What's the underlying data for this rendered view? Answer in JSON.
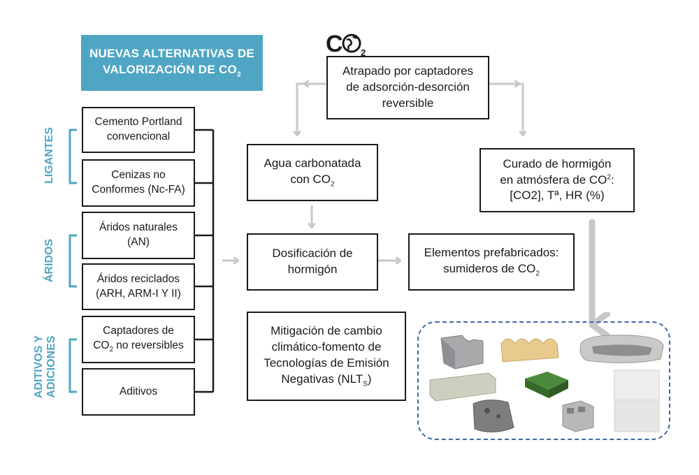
{
  "title": "NUEVAS ALTERNATIVAS DE\nVALORIZACIÓN DE CO",
  "title_sub": "2",
  "logo": {
    "text": "C",
    "sub": "2",
    "icon": "globe-icon"
  },
  "groups": {
    "ligantes": "LIGANTES",
    "aridos": "ÁRIDOS",
    "aditivos": "ADITIVOS Y\nADICIONES"
  },
  "inputs": [
    {
      "label": "Cemento Portland\nconvencional"
    },
    {
      "label": "Cenizas no\nConformes (Nc-FA)"
    },
    {
      "label": "Áridos naturales\n(AN)"
    },
    {
      "label": "Áridos reciclados\n(ARH, ARM-I Y II)"
    },
    {
      "label_a": "Captadores de\nCO",
      "sub": "2",
      "label_b": " no reversibles"
    },
    {
      "label": "Aditivos"
    }
  ],
  "captura": "Atrapado por captadores\nde adsorción-desorción\nreversible",
  "agua": {
    "label_a": "Agua carbonatada\ncon CO",
    "sub": "2"
  },
  "curado": {
    "label_a": "Curado de hormigón\nen atmósfera de CO",
    "sup": "2",
    "label_b": ":\n[CO2], Tª, HR (%)"
  },
  "dosificacion": "Dosificación de\nhormigón",
  "elementos": {
    "label_a": "Elementos prefabricados:\nsumideros de CO",
    "sub": "2"
  },
  "mitigacion": {
    "label_a": "Mitigación de cambio\nclimático-fomento de\nTecnologías de Emisión\nNegativas (NLT",
    "sub": "S",
    "label_b": ")"
  },
  "colors": {
    "accent": "#4fa6c4",
    "arrow": "#c8c8c8",
    "dashed": "#3c6aa8"
  }
}
